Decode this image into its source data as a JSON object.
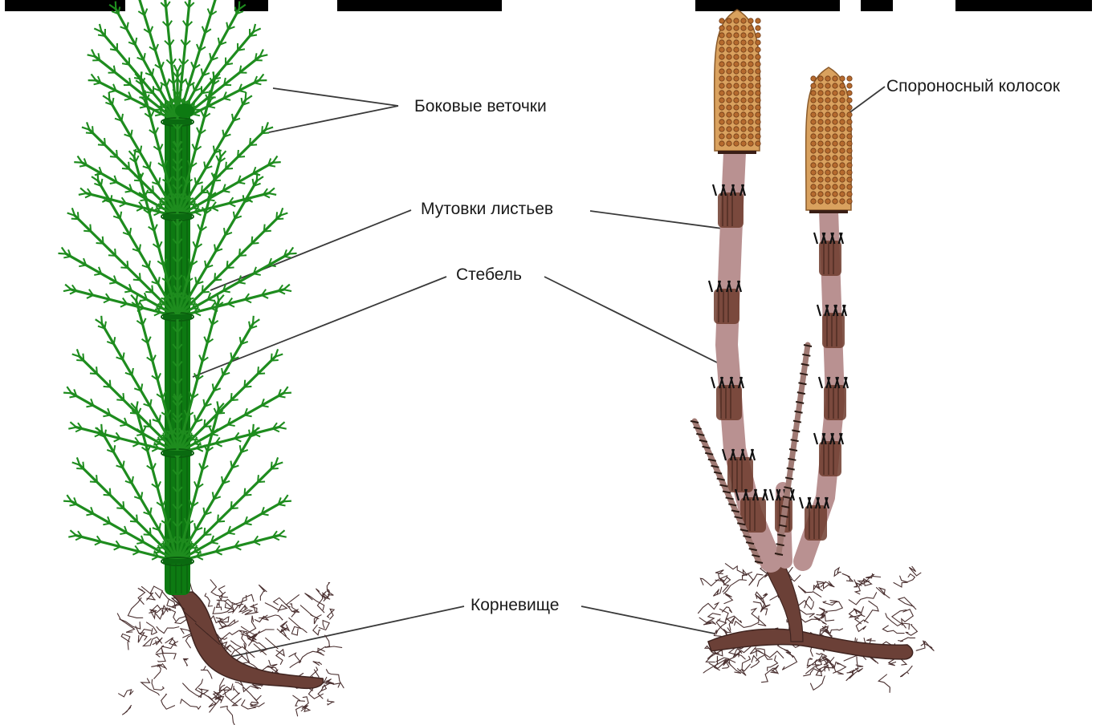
{
  "labels": {
    "lateral_branches": "Боковые веточки",
    "leaf_whorls": "Мутовки листьев",
    "stem": "Стебель",
    "rhizome": "Корневище",
    "spore_spike": "Спороносный колосок"
  },
  "colors": {
    "green_stem": "#0d7a12",
    "green_branch": "#1e8c1e",
    "brown_stem": "#b99191",
    "sheath": "#6e3c2e",
    "rhizome": "#6b4037",
    "spike": "#d9a15e",
    "leader_line": "#3a3a3a"
  }
}
